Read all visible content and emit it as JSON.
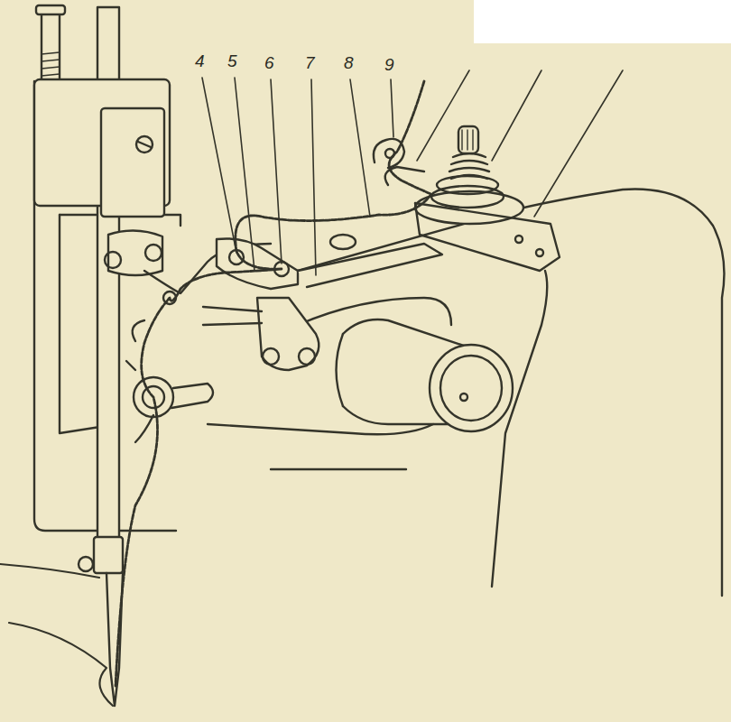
{
  "diagram": {
    "labels": [
      "4",
      "5",
      "6",
      "7",
      "8",
      "9"
    ]
  }
}
